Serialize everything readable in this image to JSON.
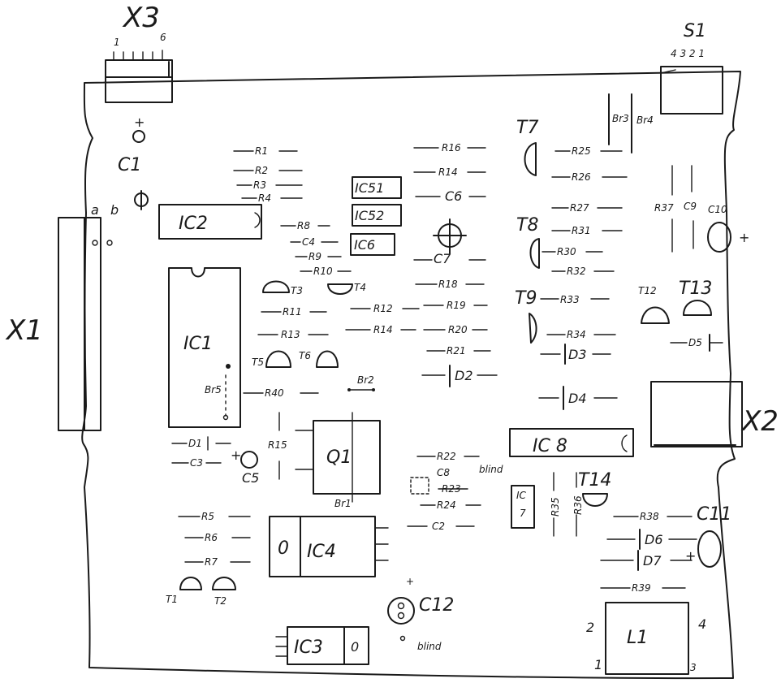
{
  "connectors": {
    "x1": "X1",
    "x2": "X2",
    "x3": "X3",
    "x3_pin_first": "1",
    "x3_pin_last": "6",
    "s1": "S1",
    "s1_pins": "4 3 2 1",
    "x1_pin_a": "a",
    "x1_pin_b": "b"
  },
  "ics": {
    "ic1": "IC1",
    "ic2": "IC2",
    "ic3": "IC3",
    "ic4": "IC4",
    "ic51": "IC51",
    "ic52": "IC52",
    "ic6": "IC6",
    "ic7_line1": "IC",
    "ic7_line2": "7",
    "ic8": "IC 8",
    "q1": "Q1",
    "l1": "L1",
    "l1_pin1": "1",
    "l1_pin2": "2",
    "l1_pin3": "3",
    "l1_pin4": "4",
    "ic3_marker": "0",
    "ic4_marker": "0"
  },
  "resistors": {
    "r1": "R1",
    "r2": "R2",
    "r3": "R3",
    "r4": "R4",
    "r5": "R5",
    "r6": "R6",
    "r7": "R7",
    "r8": "R8",
    "r9": "R9",
    "r10": "R10",
    "r11": "R11",
    "r12": "R12",
    "r13": "R13",
    "r14a": "R14",
    "r14b": "R14",
    "r15": "R15",
    "r16": "R16",
    "r18": "R18",
    "r19": "R19",
    "r20": "R20",
    "r21": "R21",
    "r22": "R22",
    "r23": "R23",
    "r24": "R24",
    "r25": "R25",
    "r26": "R26",
    "r27": "R27",
    "r30": "R30",
    "r31": "R31",
    "r32": "R32",
    "r33": "R33",
    "r34": "R34",
    "r35": "R35",
    "r36": "R36",
    "r37": "R37",
    "r38": "R38",
    "r39": "R39",
    "r40": "R40"
  },
  "capacitors": {
    "c1": "C1",
    "c1_plus": "+",
    "c3": "C3",
    "c4": "C4",
    "c5": "C5",
    "c5_plus": "+",
    "c6": "C6",
    "c7": "C7",
    "c8": "C8",
    "c8_note": "blind",
    "c9": "C9",
    "c10": "C10",
    "c10_plus": "+",
    "c11": "C11",
    "c11_plus": "+",
    "c12": "C12",
    "c12_plus": "+",
    "c12_note": "blind",
    "c2": "C2"
  },
  "transistors": {
    "t1": "T1",
    "t2": "T2",
    "t3": "T3",
    "t4": "T4",
    "t5": "T5",
    "t6": "T6",
    "t7": "T7",
    "t8": "T8",
    "t9": "T9",
    "t12": "T12",
    "t13": "T13",
    "t14": "T14"
  },
  "diodes": {
    "d1": "D1",
    "d2": "D2",
    "d3": "D3",
    "d4": "D4",
    "d5": "D5",
    "d6": "D6",
    "d7": "D7"
  },
  "bridges": {
    "br1": "Br1",
    "br2": "Br2",
    "br3": "Br3",
    "br4": "Br4",
    "br5": "Br5"
  }
}
